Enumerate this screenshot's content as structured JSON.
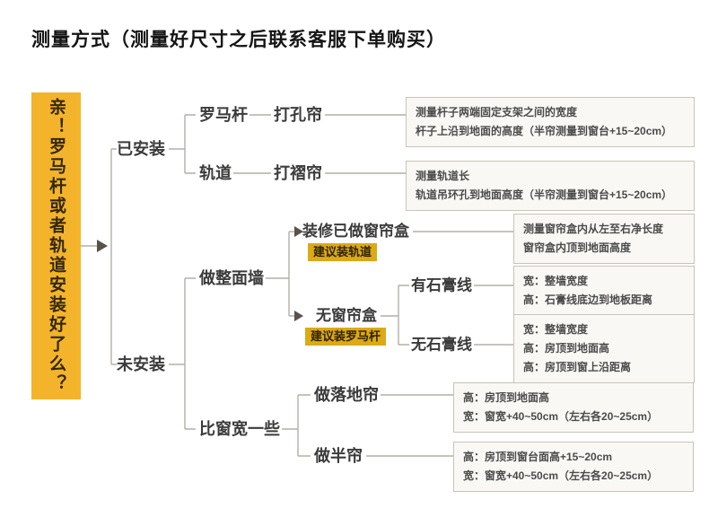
{
  "title": "测量方式（测量好尺寸之后联系客服下单购买）",
  "root_question": "亲！罗马杆或者轨道安装好了么？",
  "branches": {
    "installed": "已安装",
    "not_installed": "未安装",
    "roman_rod": "罗马杆",
    "track": "轨道",
    "punched_curtain": "打孔帘",
    "pleated_curtain": "打褶帘",
    "full_wall": "做整面墙",
    "wider_than_window": "比窗宽一些",
    "curtain_box_done": "装修已做窗帘盒",
    "curtain_box_done_tip": "建议装轨道",
    "no_curtain_box": "无窗帘盒",
    "no_curtain_box_tip": "建议装罗马杆",
    "with_plaster_line": "有石膏线",
    "without_plaster_line": "无石膏线",
    "floor_length_curtain": "做落地帘",
    "half_curtain": "做半帘"
  },
  "info_boxes": {
    "punched": {
      "lines": [
        "测量杆子两端固定支架之间的宽度",
        "杆子上沿到地面的高度（半帘测量到窗台+15~20cm）"
      ]
    },
    "pleated": {
      "lines": [
        "测量轨道长",
        "轨道吊环孔到地面高度（半帘测量到窗台+15~20cm）"
      ]
    },
    "curtain_box": {
      "lines": [
        "测量窗帘盒内从左至右净长度",
        "窗帘盒内顶到地面高度"
      ]
    },
    "with_plaster": {
      "lines": [
        "宽：整墙宽度",
        "高：石膏线底边到地板距离"
      ]
    },
    "without_plaster": {
      "lines": [
        "宽：整墙宽度",
        "高：房顶到地面高",
        "高：房顶到窗上沿距离"
      ]
    },
    "floor_length": {
      "lines": [
        "高：房顶到地面高",
        "宽：窗宽+40~50cm（左右各20~25cm）"
      ]
    },
    "half": {
      "lines": [
        "高：房顶到窗台面高+15~20cm",
        "宽：窗宽+40~50cm（左右各20~25cm）"
      ]
    }
  },
  "colors": {
    "root_box_bg": "#f3b42b",
    "tip_bg": "#dca917",
    "line": "#b3afa7",
    "info_border": "#c9c4ba",
    "info_bg": "#faf8f4",
    "text": "#3c3c3c"
  }
}
